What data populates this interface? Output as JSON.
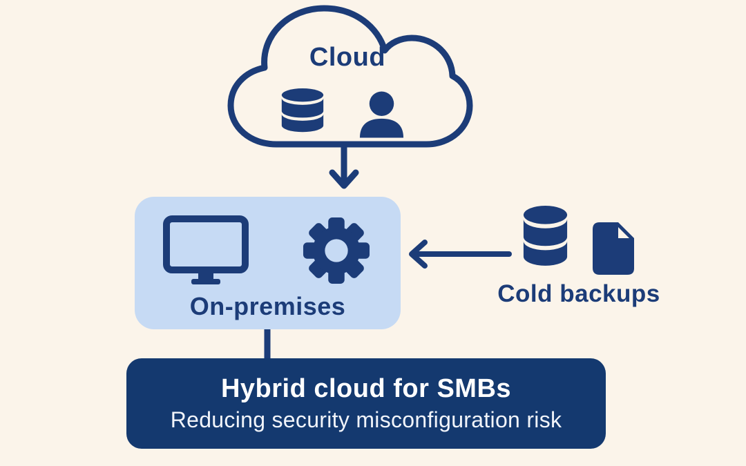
{
  "colors": {
    "background": "#FBF4EA",
    "navy": "#1C3C78",
    "light-blue": "#C6DAF4",
    "dark-blue": "#14396F",
    "white": "#FFFFFF"
  },
  "cloud": {
    "label": "Cloud",
    "icons": [
      "database-icon",
      "user-icon"
    ]
  },
  "on_premises": {
    "label": "On-premises",
    "icons": [
      "monitor-icon",
      "gear-icon"
    ]
  },
  "cold_backups": {
    "label": "Cold backups",
    "icons": [
      "database-icon",
      "document-icon"
    ]
  },
  "banner": {
    "title": "Hybrid cloud for SMBs",
    "subtitle": "Reducing security misconfiguration risk"
  },
  "connections": [
    {
      "from": "cloud",
      "to": "on-premises",
      "type": "arrow-down"
    },
    {
      "from": "cold-backups",
      "to": "on-premises",
      "type": "arrow-left"
    },
    {
      "from": "on-premises",
      "to": "banner",
      "type": "line"
    }
  ]
}
